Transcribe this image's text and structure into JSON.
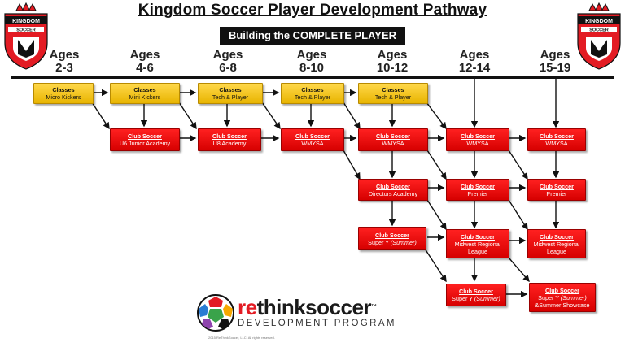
{
  "header": {
    "title": "Kingdom Soccer Player Development Pathway",
    "subtitle": "Building the COMPLETE PLAYER"
  },
  "brand": {
    "badge_text": "KINGDOM",
    "badge_sub": "SOCCER",
    "logo_re": "re",
    "logo_rest": "thinksoccer",
    "logo_tm": "™",
    "logo_sub": "DEVELOPMENT PROGRAM",
    "copyright": "2015 ReThinkSoccer, LLC. All rights reserved.",
    "colors": {
      "red": "#e31b23",
      "yellow": "#f2c300",
      "dark": "#111111"
    }
  },
  "ages": [
    {
      "label": "Ages",
      "range": "2-3"
    },
    {
      "label": "Ages",
      "range": "4-6"
    },
    {
      "label": "Ages",
      "range": "6-8"
    },
    {
      "label": "Ages",
      "range": "8-10"
    },
    {
      "label": "Ages",
      "range": "10-12"
    },
    {
      "label": "Ages",
      "range": "12-14"
    },
    {
      "label": "Ages",
      "range": "15-19"
    }
  ],
  "nodes": {
    "c1": {
      "head": "Classes",
      "body": "Micro Kickers"
    },
    "c2": {
      "head": "Classes",
      "body": "Mini Kickers"
    },
    "c3": {
      "head": "Classes",
      "body": "Tech & Player"
    },
    "c4": {
      "head": "Classes",
      "body": "Tech & Player"
    },
    "c5": {
      "head": "Classes",
      "body": "Tech & Player"
    },
    "r2": {
      "head": "Club Soccer",
      "body": "U6 Junior Academy"
    },
    "r3": {
      "head": "Club Soccer",
      "body": "U8 Academy"
    },
    "r4": {
      "head": "Club Soccer",
      "body": "WMYSA"
    },
    "r5": {
      "head": "Club Soccer",
      "body": "WMYSA"
    },
    "r6": {
      "head": "Club Soccer",
      "body": "WMYSA"
    },
    "r7": {
      "head": "Club Soccer",
      "body": "WMYSA"
    },
    "d5": {
      "head": "Club Soccer",
      "body": "Directors Academy"
    },
    "p6": {
      "head": "Club Soccer",
      "body": "Premier"
    },
    "p7": {
      "head": "Club Soccer",
      "body": "Premier"
    },
    "s5": {
      "head": "Club Soccer",
      "body": "Super Y ",
      "body_em": "(Summer)"
    },
    "m6": {
      "head": "Club Soccer",
      "body": "Midwest Regional",
      "body2": "League"
    },
    "m7": {
      "head": "Club Soccer",
      "body": "Midwest Regional",
      "body2": "League"
    },
    "y6": {
      "head": "Club Soccer",
      "body": "Super Y ",
      "body_em": "(Summer)"
    },
    "y7": {
      "head": "Club Soccer",
      "body": "Super Y ",
      "body_em": "(Summer)",
      "body2": "&Summer Showcase"
    }
  }
}
